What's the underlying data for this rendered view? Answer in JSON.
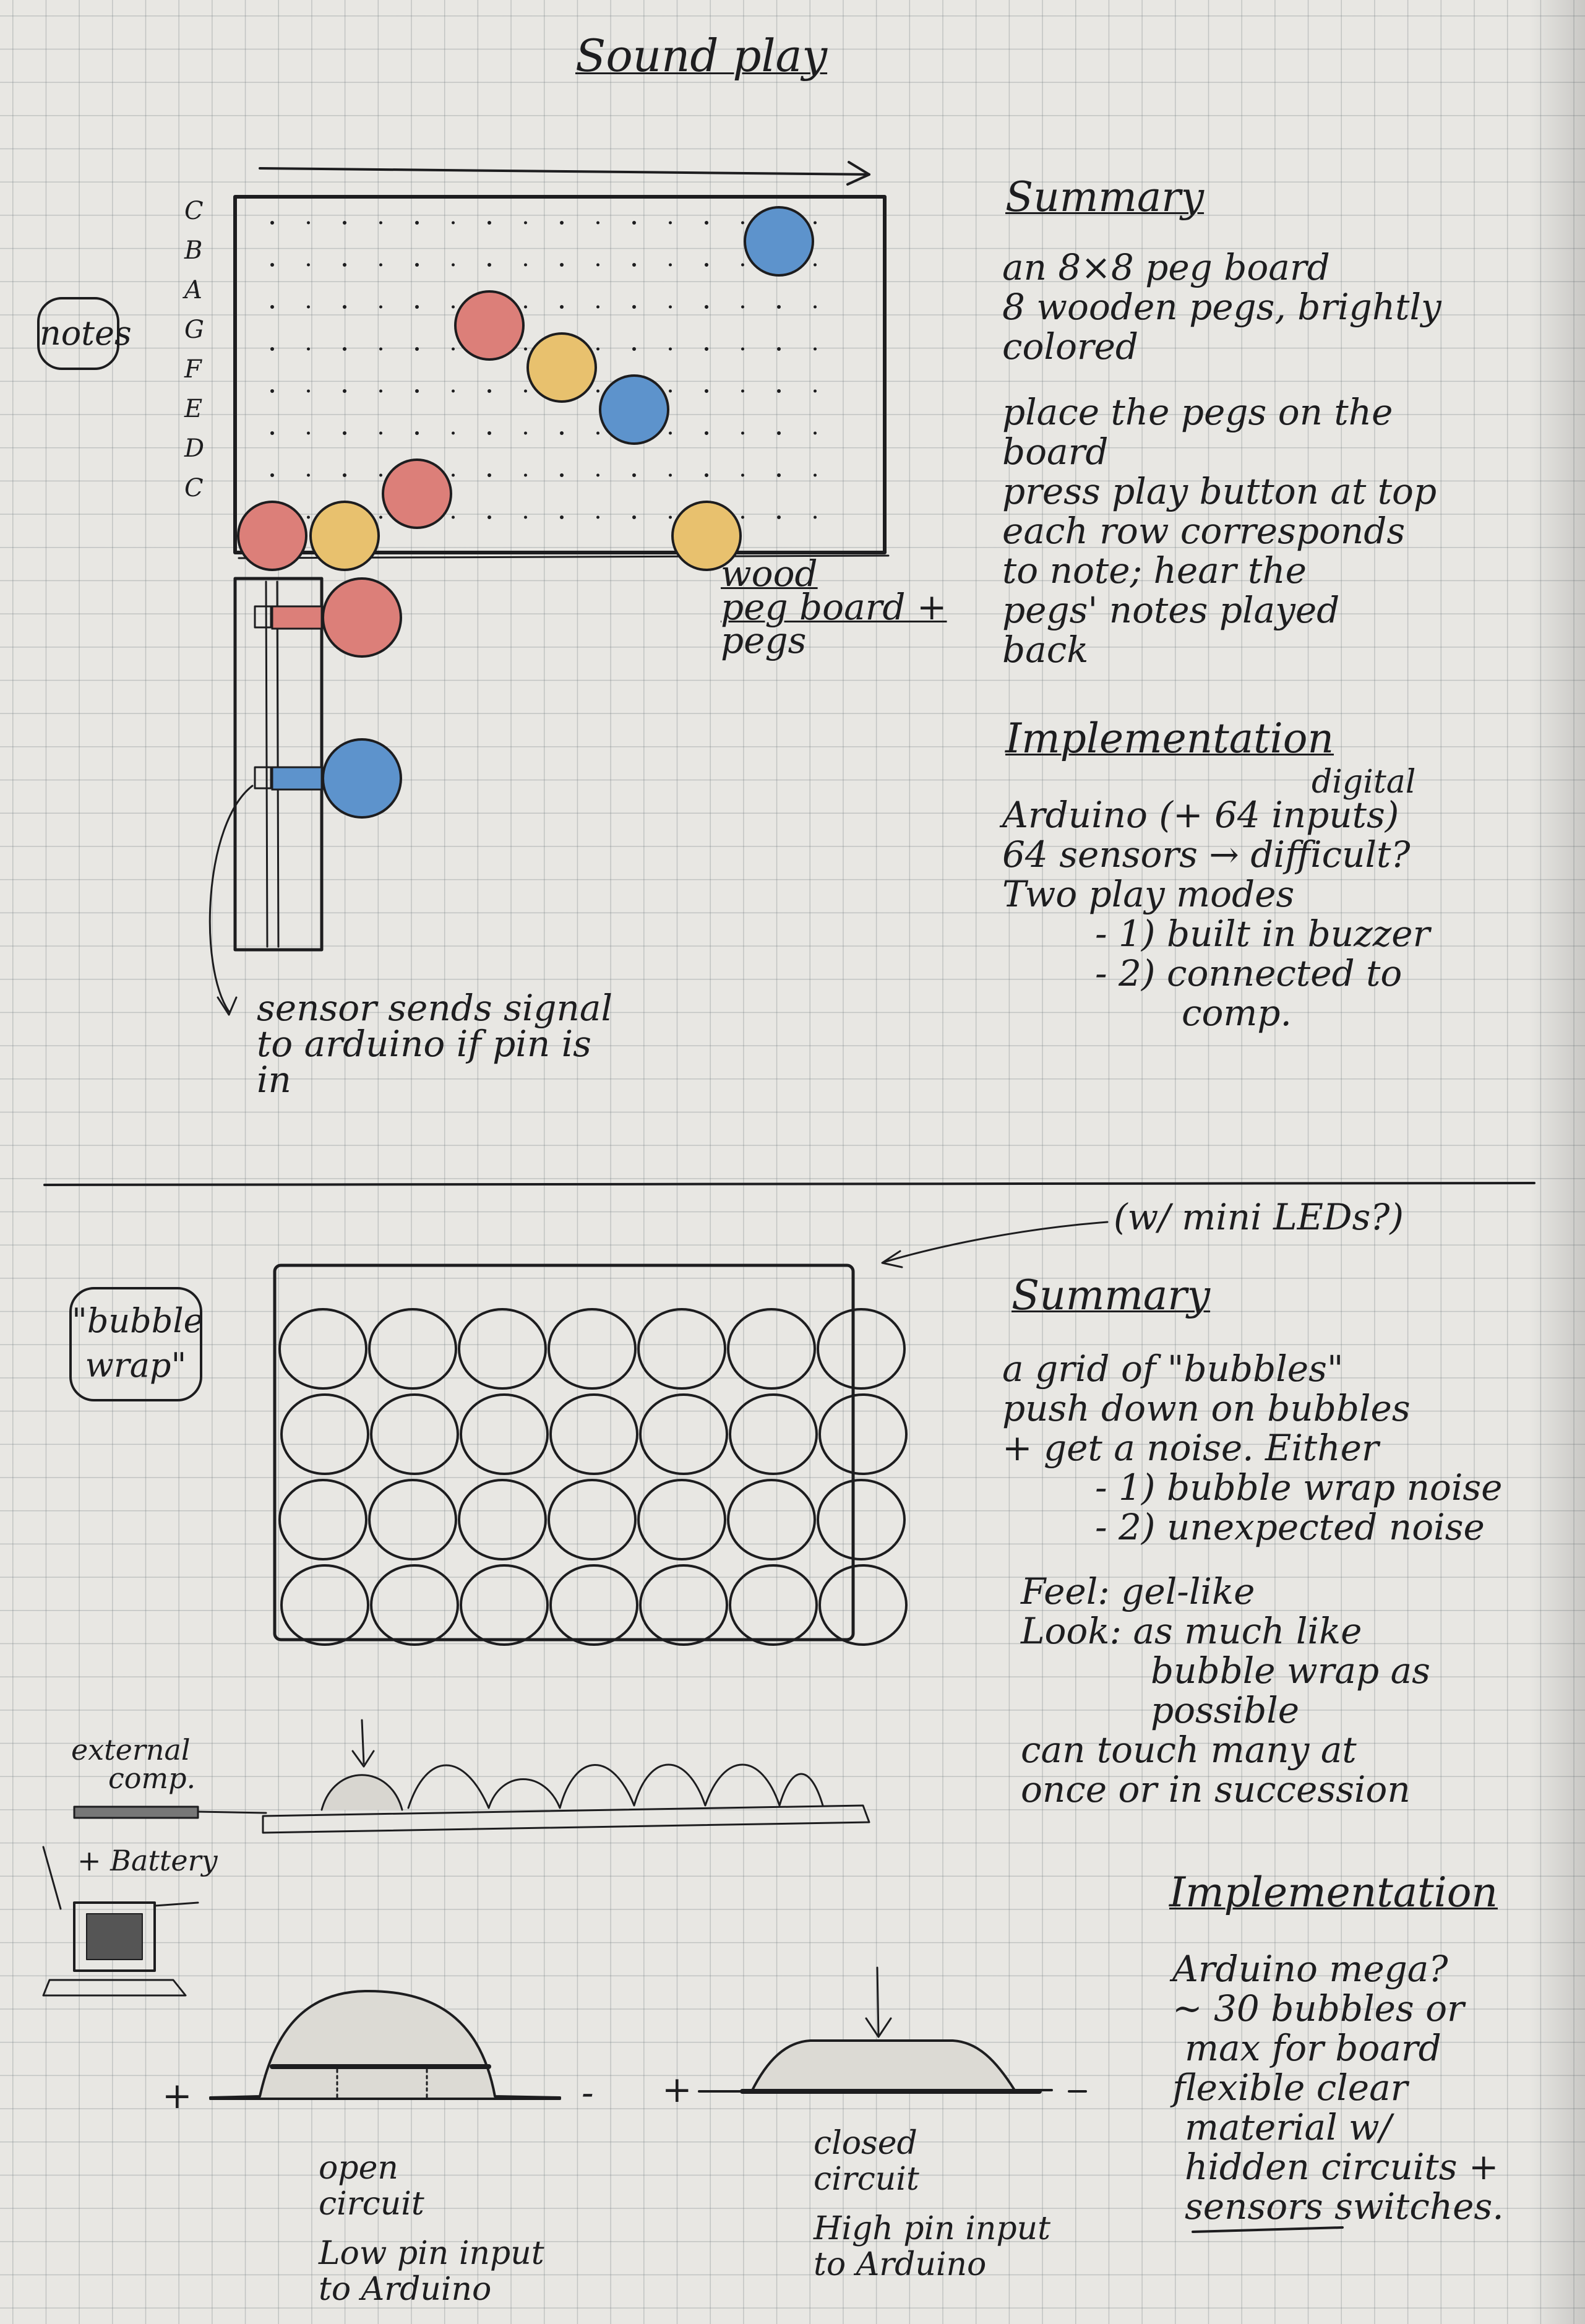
{
  "title": "Sound play",
  "section1": {
    "tag": "notes",
    "row_labels": [
      "C",
      "B",
      "A",
      "G",
      "F",
      "E",
      "D",
      "C"
    ],
    "board_caption": [
      "wood",
      "peg board +",
      "pegs"
    ],
    "sensor_caption": [
      "sensor sends signal",
      "to arduino if pin is",
      "in"
    ],
    "summary": {
      "heading": "Summary",
      "items": [
        "an 8×8 peg board",
        "8 wooden pegs, brightly",
        "colored",
        "place the pegs on the",
        "board",
        "press play button at top",
        "each row corresponds",
        "to note; hear the",
        "pegs' notes played",
        "back"
      ]
    },
    "implementation": {
      "heading": "Implementation",
      "items": [
        "digital",
        "Arduino (+ 64 inputs)",
        "64 sensors → difficult?",
        "Two play modes",
        "- 1) built in buzzer",
        "- 2) connected to",
        "comp."
      ]
    }
  },
  "section2": {
    "tag": [
      "\"bubble",
      "wrap\""
    ],
    "callout": "(w/ mini LEDs?)",
    "summary": {
      "heading": "Summary",
      "items": [
        "a grid of \"bubbles\"",
        "push down on bubbles",
        "+ get a noise. Either",
        "- 1) bubble wrap noise",
        "- 2) unexpected noise",
        "Feel: gel-like",
        "Look: as much like",
        "bubble wrap as",
        "possible",
        "can touch many at",
        "once or in succession"
      ]
    },
    "implementation": {
      "heading": "Implementation",
      "items": [
        "Arduino mega?",
        "~ 30 bubbles or",
        "max for board",
        "flexible clear",
        "material w/",
        "hidden circuits +",
        "sensors",
        "switches."
      ]
    },
    "side_labels": [
      "external",
      "comp.",
      "+ Battery"
    ],
    "open_caption": [
      "open",
      "circuit",
      "Low pin input",
      "to Arduino"
    ],
    "closed_caption": [
      "closed",
      "circuit",
      "High pin input",
      "to Arduino"
    ],
    "plus": "+",
    "minus": "-"
  },
  "peg_colors": {
    "red": "#dc7f79",
    "yellow": "#e8c16e",
    "blue": "#5d93cc"
  },
  "pegs": [
    {
      "col": 0,
      "row": 7,
      "color": "red"
    },
    {
      "col": 1,
      "row": 7,
      "color": "yellow"
    },
    {
      "col": 2,
      "row": 6,
      "color": "red"
    },
    {
      "col": 3,
      "row": 2,
      "color": "red"
    },
    {
      "col": 4,
      "row": 3,
      "color": "yellow"
    },
    {
      "col": 5,
      "row": 4,
      "color": "blue"
    },
    {
      "col": 6,
      "row": 7,
      "color": "yellow"
    },
    {
      "col": 7,
      "row": 0,
      "color": "blue"
    }
  ],
  "bubble_grid": {
    "rows": 4,
    "cols": 7
  }
}
